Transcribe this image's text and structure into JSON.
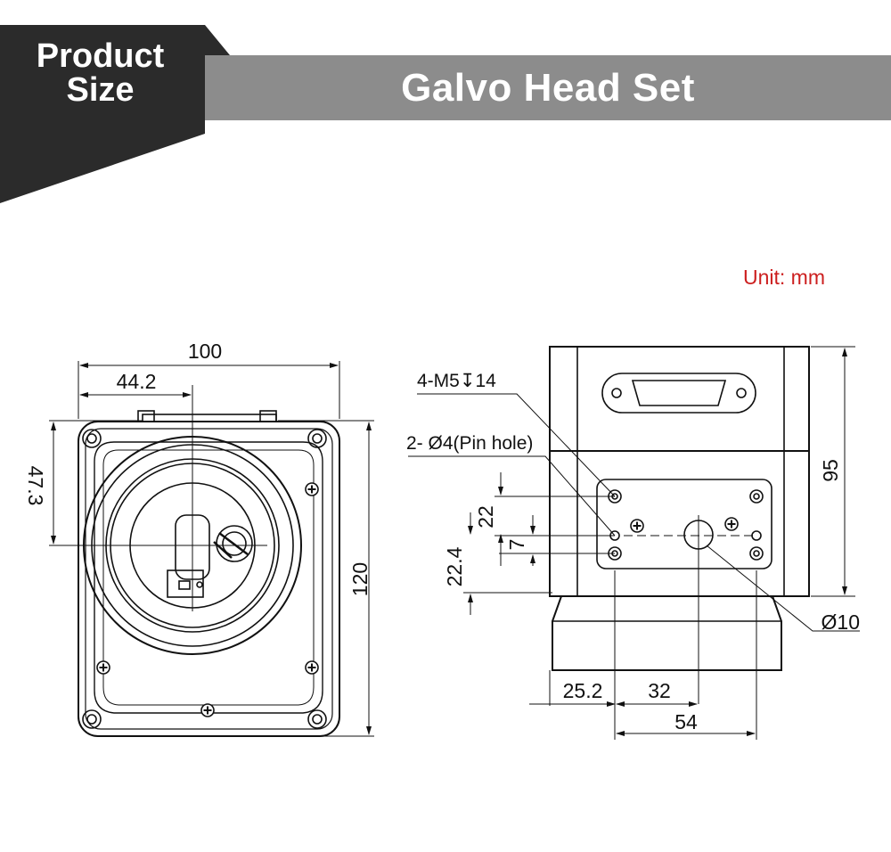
{
  "header": {
    "badge_line1": "Product",
    "badge_line2": "Size",
    "title": "Galvo Head Set",
    "dark_color": "#2b2b2b",
    "bar_color": "#8c8c8c"
  },
  "unit_label": "Unit: mm",
  "unit_color": "#cc1f1f",
  "front_view": {
    "width": "100",
    "offset": "44.2",
    "height_offset": "47.3",
    "height": "120"
  },
  "side_view": {
    "thread_note": "4-M5↧14",
    "pin_note": "2- Ø4(Pin hole)",
    "height": "95",
    "dim_22": "22",
    "dim_7": "7",
    "dim_22_4": "22.4",
    "bore": "Ø10",
    "dim_25_2": "25.2",
    "dim_32": "32",
    "dim_54": "54"
  }
}
